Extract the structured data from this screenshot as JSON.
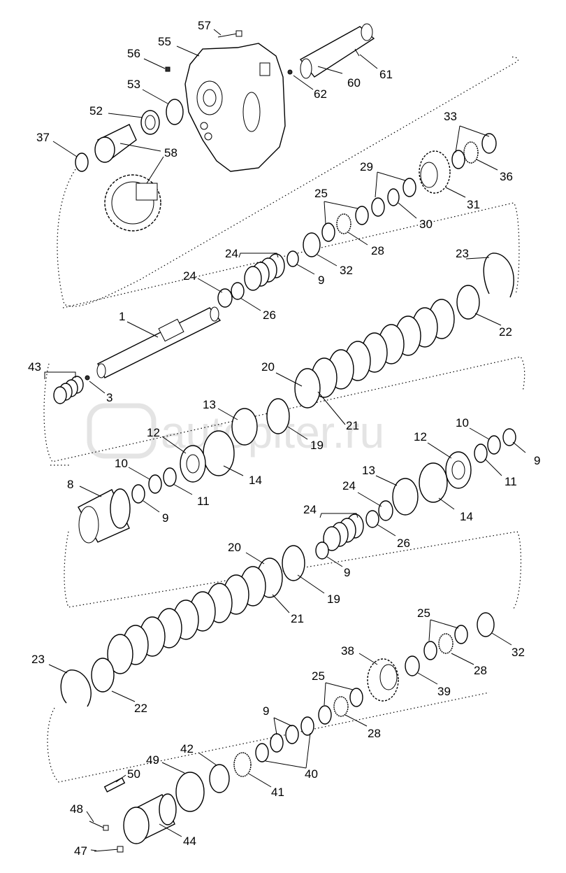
{
  "watermark": "autopiter.ru",
  "labels": [
    {
      "id": "57",
      "text": "57"
    },
    {
      "id": "55",
      "text": "55"
    },
    {
      "id": "56",
      "text": "56"
    },
    {
      "id": "53",
      "text": "53"
    },
    {
      "id": "52",
      "text": "52"
    },
    {
      "id": "37",
      "text": "37"
    },
    {
      "id": "58",
      "text": "58"
    },
    {
      "id": "60",
      "text": "60"
    },
    {
      "id": "61",
      "text": "61"
    },
    {
      "id": "62",
      "text": "62"
    },
    {
      "id": "33",
      "text": "33"
    },
    {
      "id": "36",
      "text": "36"
    },
    {
      "id": "29",
      "text": "29"
    },
    {
      "id": "31",
      "text": "31"
    },
    {
      "id": "30",
      "text": "30"
    },
    {
      "id": "25a",
      "text": "25"
    },
    {
      "id": "28a",
      "text": "28"
    },
    {
      "id": "32a",
      "text": "32"
    },
    {
      "id": "24a",
      "text": "24"
    },
    {
      "id": "24b",
      "text": "24"
    },
    {
      "id": "9a",
      "text": "9"
    },
    {
      "id": "26a",
      "text": "26"
    },
    {
      "id": "23a",
      "text": "23"
    },
    {
      "id": "22a",
      "text": "22"
    },
    {
      "id": "1",
      "text": "1"
    },
    {
      "id": "43",
      "text": "43"
    },
    {
      "id": "3",
      "text": "3"
    },
    {
      "id": "20a",
      "text": "20"
    },
    {
      "id": "13a",
      "text": "13"
    },
    {
      "id": "21a",
      "text": "21"
    },
    {
      "id": "19a",
      "text": "19"
    },
    {
      "id": "12a",
      "text": "12"
    },
    {
      "id": "14a",
      "text": "14"
    },
    {
      "id": "10a",
      "text": "10"
    },
    {
      "id": "11a",
      "text": "11"
    },
    {
      "id": "8",
      "text": "8"
    },
    {
      "id": "9b",
      "text": "9"
    },
    {
      "id": "10b",
      "text": "10"
    },
    {
      "id": "9c",
      "text": "9"
    },
    {
      "id": "12b",
      "text": "12"
    },
    {
      "id": "11b",
      "text": "11"
    },
    {
      "id": "13b",
      "text": "13"
    },
    {
      "id": "14b",
      "text": "14"
    },
    {
      "id": "24c",
      "text": "24"
    },
    {
      "id": "24d",
      "text": "24"
    },
    {
      "id": "26b",
      "text": "26"
    },
    {
      "id": "9d",
      "text": "9"
    },
    {
      "id": "20b",
      "text": "20"
    },
    {
      "id": "19b",
      "text": "19"
    },
    {
      "id": "21b",
      "text": "21"
    },
    {
      "id": "25b",
      "text": "25"
    },
    {
      "id": "32b",
      "text": "32"
    },
    {
      "id": "28b",
      "text": "28"
    },
    {
      "id": "38",
      "text": "38"
    },
    {
      "id": "39",
      "text": "39"
    },
    {
      "id": "23b",
      "text": "23"
    },
    {
      "id": "22b",
      "text": "22"
    },
    {
      "id": "25c",
      "text": "25"
    },
    {
      "id": "9e",
      "text": "9"
    },
    {
      "id": "28c",
      "text": "28"
    },
    {
      "id": "42",
      "text": "42"
    },
    {
      "id": "49",
      "text": "49"
    },
    {
      "id": "50",
      "text": "50"
    },
    {
      "id": "40",
      "text": "40"
    },
    {
      "id": "41",
      "text": "41"
    },
    {
      "id": "48",
      "text": "48"
    },
    {
      "id": "44",
      "text": "44"
    },
    {
      "id": "47",
      "text": "47"
    }
  ]
}
